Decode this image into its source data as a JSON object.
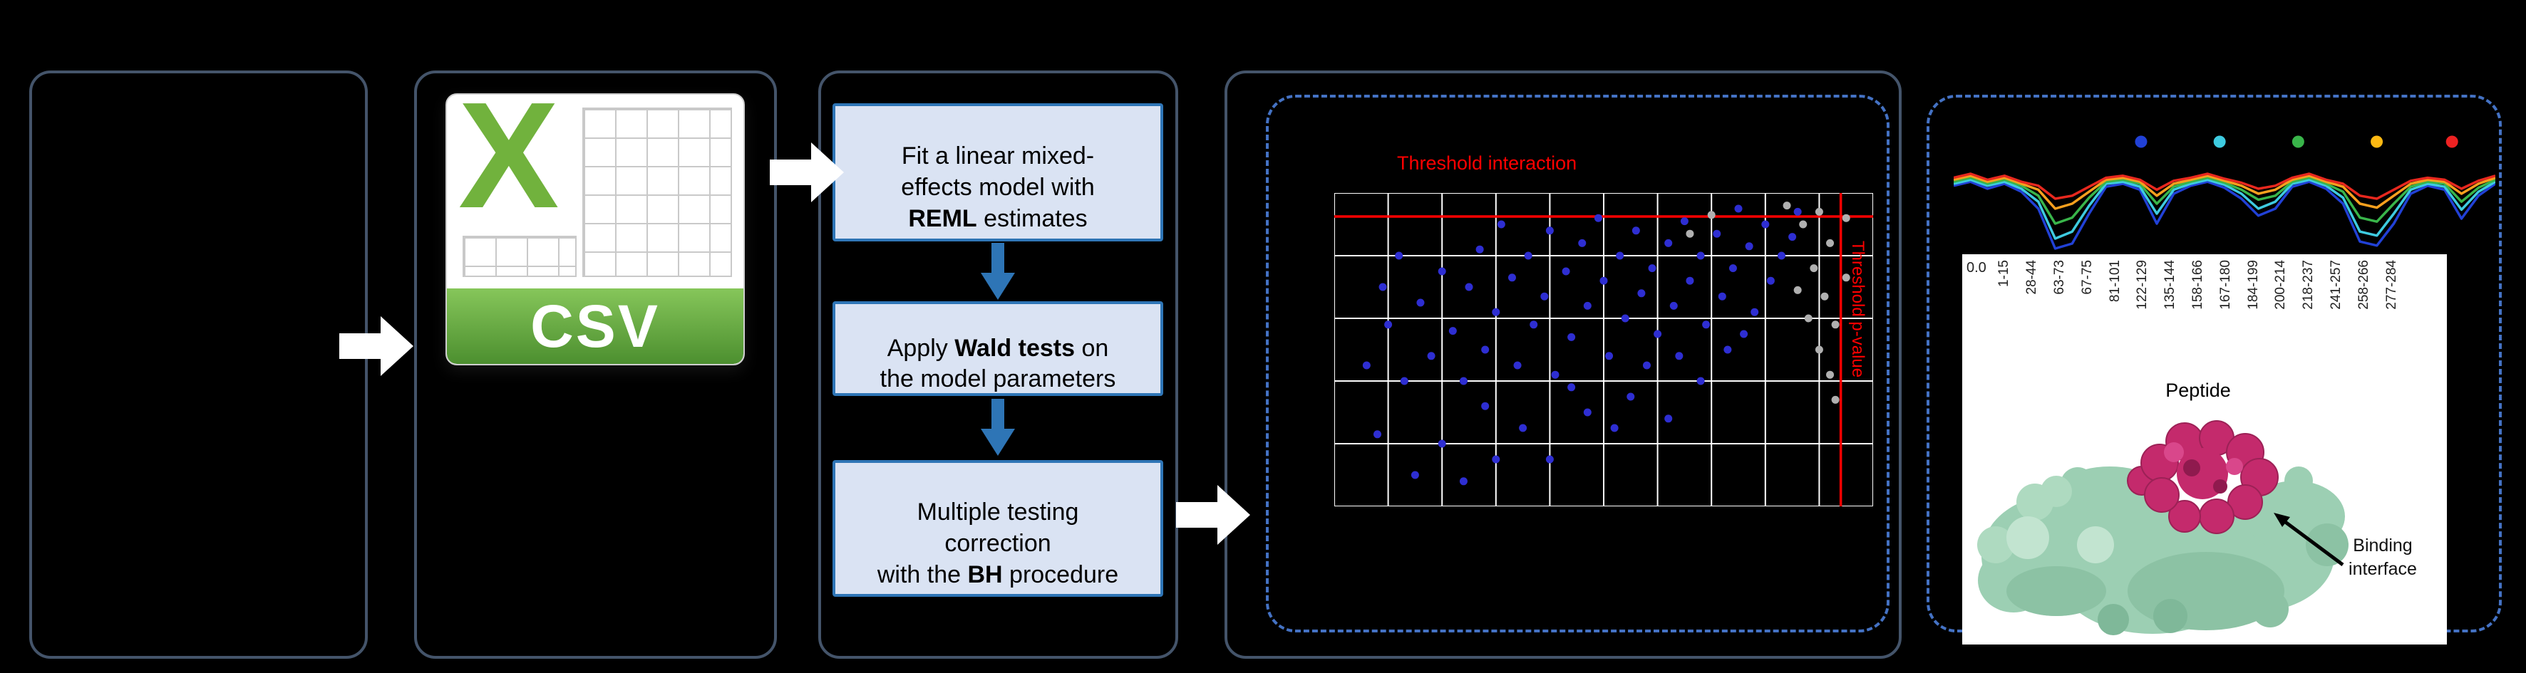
{
  "colors": {
    "background": "#000000",
    "panel_border": "#44546A",
    "dashed_border": "#4472C4",
    "step_box_fill": "#DAE3F3",
    "step_box_border": "#2E75B6",
    "flow_arrow": "#FFFFFF",
    "down_arrow": "#2E75B6"
  },
  "csv_icon": {
    "logo_letter": "X",
    "ribbon_label": "CSV",
    "logo_green": "#71B23D",
    "ribbon_green": "#5FA23C"
  },
  "pipeline": {
    "steps": [
      {
        "pre": "Fit a linear mixed-\neffects model with\n",
        "bold": "REML",
        "post": " estimates"
      },
      {
        "pre": "Apply ",
        "bold": "Wald tests",
        "post": " on\nthe model parameters"
      },
      {
        "pre": "Multiple testing\ncorrection\nwith the ",
        "bold": "BH",
        "post": " procedure"
      }
    ]
  },
  "volcano": {
    "type": "scatter",
    "title": "Threshold interaction",
    "side_label": "Threshold p-value",
    "grid": {
      "cols": 10,
      "rows": 5
    },
    "threshold_y_frac": 0.075,
    "threshold_x_frac": 0.94,
    "point_radius": 5.5,
    "colors": {
      "significant": "#2E2ED2",
      "nonsignificant": "#B0B0B0",
      "threshold": "#FF0000",
      "grid": "#FFFFFF"
    },
    "points_blue": [
      [
        0.06,
        0.55
      ],
      [
        0.08,
        0.77
      ],
      [
        0.1,
        0.42
      ],
      [
        0.13,
        0.6
      ],
      [
        0.16,
        0.35
      ],
      [
        0.18,
        0.52
      ],
      [
        0.2,
        0.25
      ],
      [
        0.22,
        0.44
      ],
      [
        0.24,
        0.6
      ],
      [
        0.25,
        0.3
      ],
      [
        0.27,
        0.18
      ],
      [
        0.28,
        0.5
      ],
      [
        0.3,
        0.38
      ],
      [
        0.31,
        0.1
      ],
      [
        0.33,
        0.27
      ],
      [
        0.34,
        0.55
      ],
      [
        0.36,
        0.2
      ],
      [
        0.37,
        0.42
      ],
      [
        0.39,
        0.33
      ],
      [
        0.4,
        0.12
      ],
      [
        0.41,
        0.58
      ],
      [
        0.43,
        0.25
      ],
      [
        0.44,
        0.46
      ],
      [
        0.46,
        0.16
      ],
      [
        0.47,
        0.36
      ],
      [
        0.49,
        0.08
      ],
      [
        0.5,
        0.28
      ],
      [
        0.51,
        0.52
      ],
      [
        0.53,
        0.2
      ],
      [
        0.54,
        0.4
      ],
      [
        0.56,
        0.12
      ],
      [
        0.57,
        0.32
      ],
      [
        0.59,
        0.24
      ],
      [
        0.6,
        0.45
      ],
      [
        0.62,
        0.16
      ],
      [
        0.63,
        0.36
      ],
      [
        0.65,
        0.09
      ],
      [
        0.66,
        0.28
      ],
      [
        0.68,
        0.2
      ],
      [
        0.69,
        0.42
      ],
      [
        0.71,
        0.13
      ],
      [
        0.72,
        0.33
      ],
      [
        0.74,
        0.24
      ],
      [
        0.75,
        0.05
      ],
      [
        0.77,
        0.17
      ],
      [
        0.78,
        0.38
      ],
      [
        0.8,
        0.1
      ],
      [
        0.81,
        0.28
      ],
      [
        0.83,
        0.2
      ],
      [
        0.47,
        0.7
      ],
      [
        0.35,
        0.75
      ],
      [
        0.28,
        0.68
      ],
      [
        0.55,
        0.65
      ],
      [
        0.2,
        0.8
      ],
      [
        0.62,
        0.72
      ],
      [
        0.15,
        0.9
      ],
      [
        0.4,
        0.85
      ],
      [
        0.68,
        0.6
      ],
      [
        0.12,
        0.2
      ],
      [
        0.09,
        0.3
      ],
      [
        0.52,
        0.75
      ],
      [
        0.58,
        0.55
      ],
      [
        0.44,
        0.62
      ],
      [
        0.3,
        0.85
      ],
      [
        0.73,
        0.5
      ],
      [
        0.85,
        0.14
      ],
      [
        0.86,
        0.06
      ],
      [
        0.24,
        0.92
      ],
      [
        0.76,
        0.45
      ],
      [
        0.64,
        0.52
      ]
    ],
    "points_gray": [
      [
        0.84,
        0.04
      ],
      [
        0.87,
        0.1
      ],
      [
        0.9,
        0.06
      ],
      [
        0.92,
        0.16
      ],
      [
        0.89,
        0.24
      ],
      [
        0.91,
        0.33
      ],
      [
        0.93,
        0.42
      ],
      [
        0.9,
        0.5
      ],
      [
        0.92,
        0.58
      ],
      [
        0.88,
        0.4
      ],
      [
        0.95,
        0.08
      ],
      [
        0.95,
        0.27
      ],
      [
        0.86,
        0.31
      ],
      [
        0.93,
        0.66
      ],
      [
        0.7,
        0.07
      ],
      [
        0.66,
        0.13
      ]
    ]
  },
  "uptake_chart": {
    "type": "line",
    "legend_dots": [
      {
        "x": 0.346,
        "color": "#2141D6"
      },
      {
        "x": 0.491,
        "color": "#3ECBE0"
      },
      {
        "x": 0.636,
        "color": "#39B54A"
      },
      {
        "x": 0.781,
        "color": "#FDB913"
      },
      {
        "x": 0.92,
        "color": "#EE2222"
      }
    ],
    "series": [
      {
        "name": "blue",
        "color": "#2141D6",
        "values": [
          0.32,
          0.28,
          0.35,
          0.3,
          0.38,
          0.55,
          0.95,
          0.9,
          0.6,
          0.33,
          0.3,
          0.36,
          0.7,
          0.4,
          0.32,
          0.28,
          0.34,
          0.45,
          0.62,
          0.55,
          0.33,
          0.28,
          0.35,
          0.5,
          0.88,
          0.92,
          0.7,
          0.4,
          0.32,
          0.36,
          0.65,
          0.42,
          0.3
        ]
      },
      {
        "name": "cyan",
        "color": "#3ECBE0",
        "values": [
          0.3,
          0.26,
          0.32,
          0.28,
          0.35,
          0.48,
          0.85,
          0.78,
          0.52,
          0.3,
          0.28,
          0.33,
          0.6,
          0.36,
          0.3,
          0.26,
          0.31,
          0.4,
          0.55,
          0.48,
          0.3,
          0.26,
          0.32,
          0.44,
          0.78,
          0.82,
          0.6,
          0.36,
          0.3,
          0.33,
          0.56,
          0.38,
          0.28
        ]
      },
      {
        "name": "green",
        "color": "#39B54A",
        "values": [
          0.28,
          0.24,
          0.3,
          0.26,
          0.32,
          0.42,
          0.7,
          0.64,
          0.44,
          0.28,
          0.26,
          0.3,
          0.5,
          0.33,
          0.28,
          0.24,
          0.29,
          0.36,
          0.46,
          0.42,
          0.28,
          0.24,
          0.3,
          0.38,
          0.64,
          0.68,
          0.5,
          0.33,
          0.28,
          0.3,
          0.48,
          0.34,
          0.26
        ]
      },
      {
        "name": "orange",
        "color": "#F8A01E",
        "values": [
          0.26,
          0.22,
          0.28,
          0.24,
          0.3,
          0.36,
          0.55,
          0.5,
          0.38,
          0.26,
          0.24,
          0.28,
          0.42,
          0.3,
          0.26,
          0.22,
          0.27,
          0.32,
          0.4,
          0.36,
          0.26,
          0.22,
          0.28,
          0.33,
          0.5,
          0.54,
          0.42,
          0.3,
          0.26,
          0.28,
          0.4,
          0.3,
          0.24
        ]
      },
      {
        "name": "red",
        "color": "#E8281E",
        "values": [
          0.24,
          0.2,
          0.26,
          0.22,
          0.28,
          0.32,
          0.45,
          0.42,
          0.33,
          0.24,
          0.22,
          0.26,
          0.36,
          0.27,
          0.24,
          0.2,
          0.25,
          0.29,
          0.35,
          0.32,
          0.24,
          0.2,
          0.26,
          0.3,
          0.42,
          0.45,
          0.36,
          0.27,
          0.24,
          0.26,
          0.35,
          0.27,
          0.22
        ]
      }
    ]
  },
  "peptide_axis": {
    "ytick": "0.0",
    "labels": [
      "1-15",
      "28-44",
      "63-73",
      "67-75",
      "81-101",
      "122-129",
      "135-144",
      "158-166",
      "167-180",
      "184-199",
      "200-214",
      "218-237",
      "241-257",
      "258-266",
      "277-284"
    ],
    "xlabel": "Peptide"
  },
  "protein": {
    "annotation": "Binding\ninterface",
    "surface_color": "#9CCFB3",
    "interface_color": "#C42A6C"
  }
}
